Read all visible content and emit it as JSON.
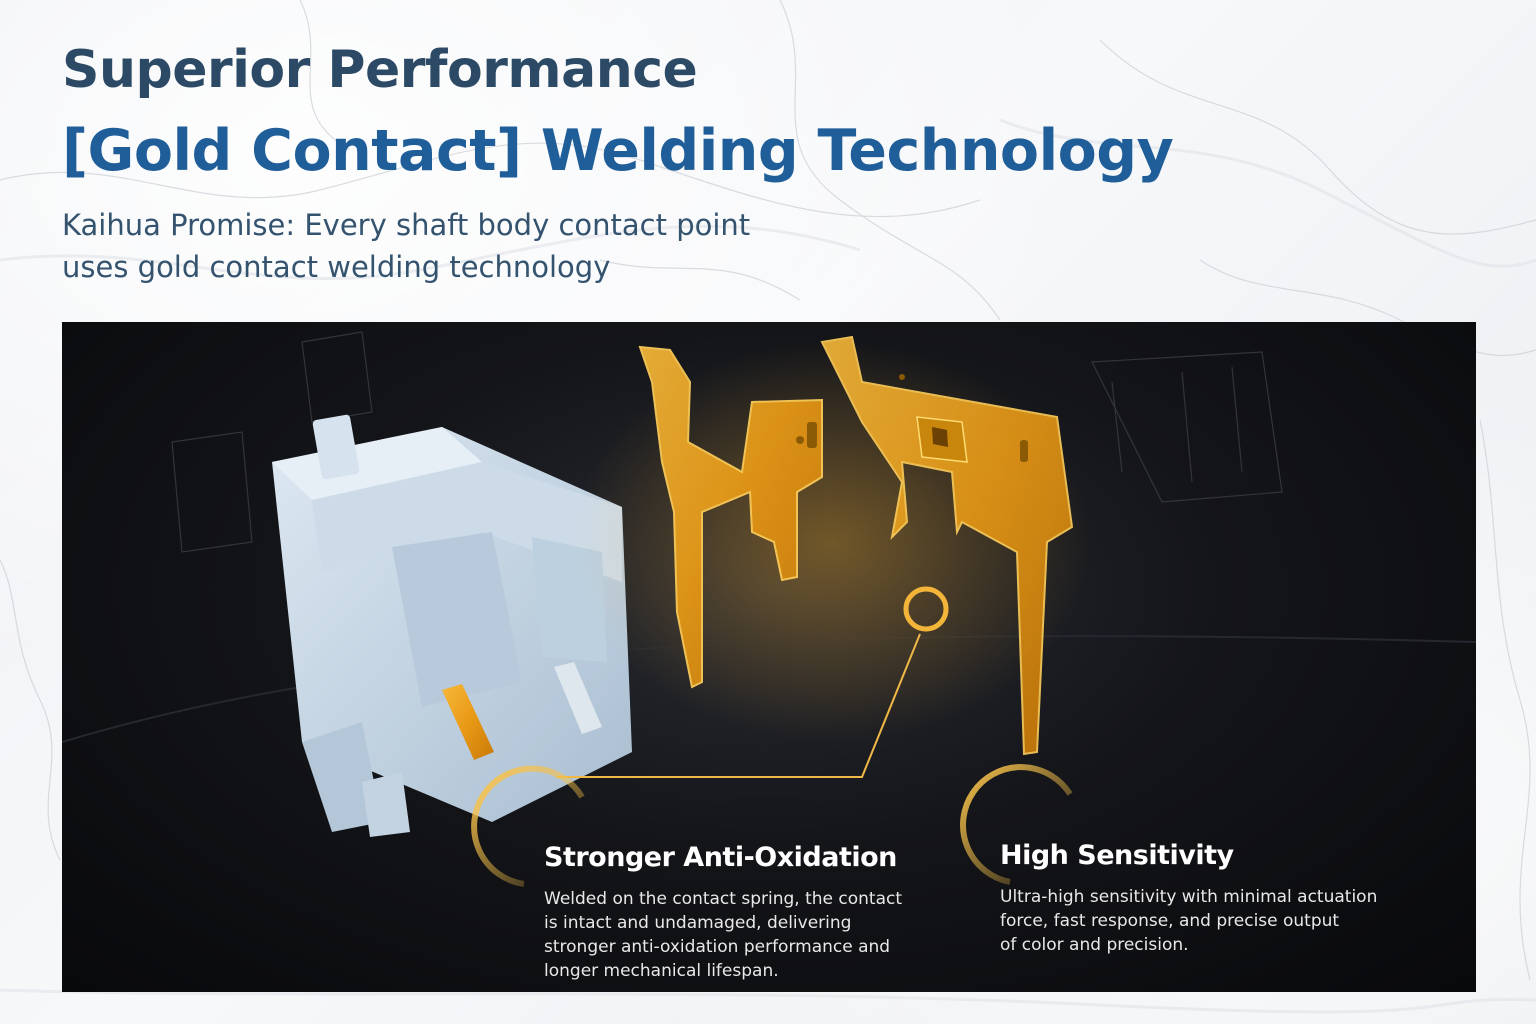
{
  "header": {
    "title_line1": "Superior Performance",
    "title_line2": "[Gold Contact] Welding Technology",
    "subtitle_line1": "Kaihua Promise: Every shaft body contact point",
    "subtitle_line2": "uses gold contact welding technology"
  },
  "features": [
    {
      "title": "Stronger Anti-Oxidation",
      "lines": [
        "Welded on the contact spring, the contact",
        "is intact and undamaged, delivering",
        "stronger anti-oxidation performance and",
        "longer mechanical lifespan."
      ]
    },
    {
      "title": "High Sensitivity",
      "lines": [
        "Ultra-high sensitivity with minimal actuation",
        "force, fast response, and precise output",
        "of color and precision."
      ]
    }
  ],
  "colors": {
    "title_dark": "#2c4a66",
    "title_blue": "#205e9a",
    "gold": "#f0a81c",
    "switch_body": "#c9d9e8"
  }
}
